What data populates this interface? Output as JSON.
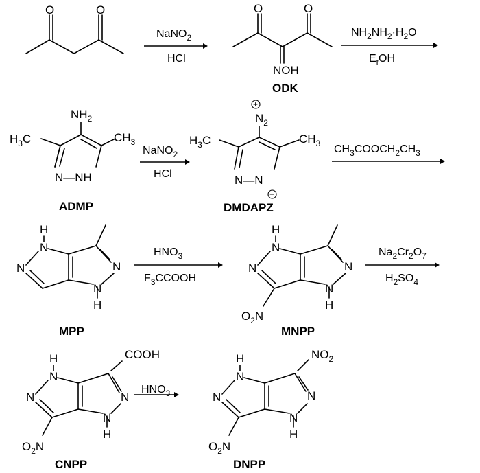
{
  "step1": {
    "reagent_top": "NaNO",
    "reagent_top_sub": "2",
    "reagent_bottom": "HCl"
  },
  "odk": {
    "atom_o1": "O",
    "atom_o2": "O",
    "atom_noh": "NOH",
    "name": "ODK"
  },
  "step2": {
    "reagent_top_a": "NH",
    "reagent_top_sub1": "2",
    "reagent_top_b": "NH",
    "reagent_top_sub2": "2",
    "reagent_top_c": "·H",
    "reagent_top_sub3": "2",
    "reagent_top_d": "O",
    "reagent_bottom_a": "E",
    "reagent_bottom_sub": "t",
    "reagent_bottom_b": "OH"
  },
  "admp": {
    "nh2": "NH",
    "nh2_sub": "2",
    "h3c": "H",
    "h3c_sub": "3",
    "h3c_c": "C",
    "ch3": "CH",
    "ch3_sub": "3",
    "ring_n": "N",
    "ring_nh": "N—NH",
    "name": "ADMP"
  },
  "step3": {
    "reagent_top": "NaNO",
    "reagent_top_sub": "2",
    "reagent_bottom": "HCl"
  },
  "dmdapz": {
    "plus": "+",
    "n2": "N",
    "n2_sub": "2",
    "h3c": "H",
    "h3c_sub": "3",
    "h3c_c": "C",
    "ch3": "CH",
    "ch3_sub": "3",
    "ring": "N—N",
    "minus": "−",
    "name": "DMDAPZ"
  },
  "step4": {
    "reagent_a": "CH",
    "reagent_sub1": "3",
    "reagent_b": "COOCH",
    "reagent_sub2": "2",
    "reagent_c": "CH",
    "reagent_sub3": "3"
  },
  "mpp": {
    "h_top": "H",
    "n_top": "N",
    "n_left": "N",
    "n_right": "N",
    "n_bottom": "N",
    "h_bottom": "H",
    "name": "MPP"
  },
  "step5": {
    "reagent_top_a": "HNO",
    "reagent_top_sub": "3",
    "reagent_bottom_a": "F",
    "reagent_bottom_sub": "3",
    "reagent_bottom_b": "CCOOH"
  },
  "mnpp": {
    "h_top": "H",
    "n_top": "N",
    "n_left": "N",
    "n_right": "N",
    "n_bottom": "N",
    "h_bottom": "H",
    "no2_a": "O",
    "no2_sub": "2",
    "no2_b": "N",
    "name": "MNPP"
  },
  "step6": {
    "reagent_top_a": "Na",
    "reagent_top_sub1": "2",
    "reagent_top_b": "Cr",
    "reagent_top_sub2": "2",
    "reagent_top_c": "O",
    "reagent_top_sub3": "7",
    "reagent_bottom_a": "H",
    "reagent_bottom_sub1": "2",
    "reagent_bottom_b": "SO",
    "reagent_bottom_sub2": "4"
  },
  "cnpp": {
    "cooh": "COOH",
    "h_top": "H",
    "n_top": "N",
    "n_left": "N",
    "n_right": "N",
    "n_bottom": "N",
    "h_bottom": "H",
    "no2_a": "O",
    "no2_sub": "2",
    "no2_b": "N",
    "name": "CNPP"
  },
  "step7": {
    "reagent_top_a": "HNO",
    "reagent_top_sub": "3"
  },
  "dnpp": {
    "no2_top_a": "NO",
    "no2_top_sub": "2",
    "h_top": "H",
    "n_top": "N",
    "n_left": "N",
    "n_right": "N",
    "n_bottom": "N",
    "h_bottom": "H",
    "no2_a": "O",
    "no2_sub": "2",
    "no2_b": "N",
    "name": "DNPP"
  }
}
